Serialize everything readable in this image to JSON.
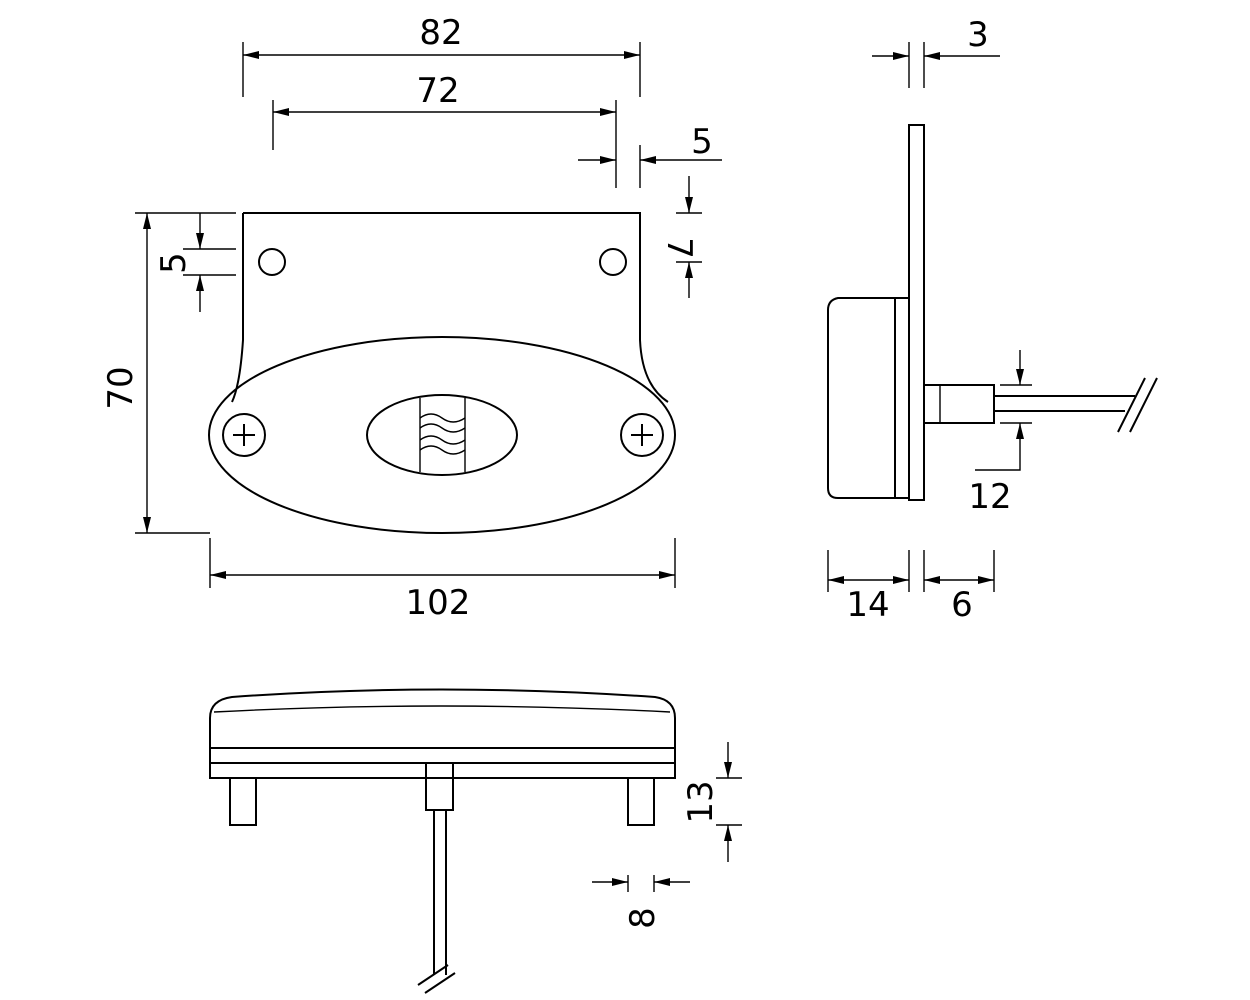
{
  "dimensions": {
    "front_width_outer": "82",
    "front_width_inner": "72",
    "front_right_offset": "5",
    "front_top_offset": "7",
    "hole_diameter": "5",
    "front_height": "70",
    "front_base_width": "102",
    "side_plate_thickness": "3",
    "side_cable_diameter": "12",
    "side_body_depth": "14",
    "side_stem_length": "6",
    "bottom_leg_height": "13",
    "bottom_leg_width": "8"
  }
}
